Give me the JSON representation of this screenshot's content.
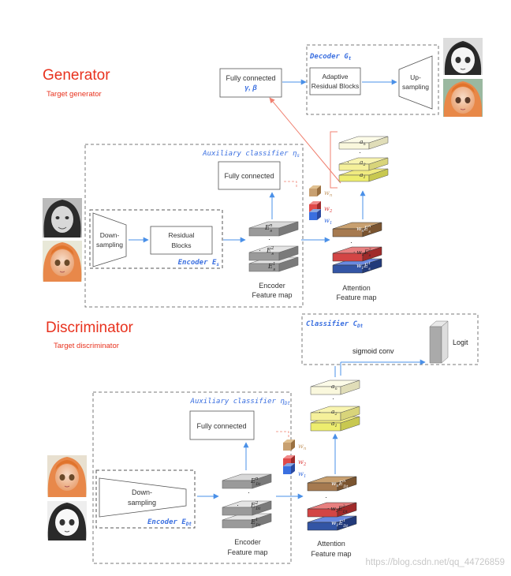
{
  "generator": {
    "heading": "Generator",
    "subheading": "Target generator",
    "fc_box": {
      "line1": "Fully connected",
      "line2": "γ, β"
    },
    "decoder": {
      "title": "Decoder G",
      "title_sub": "t",
      "adaptive_line1": "Adaptive",
      "adaptive_line2": "Residual Blocks",
      "up_line1": "Up-",
      "up_line2": "sampling"
    },
    "aux": {
      "title": "Auxiliary classifier η",
      "title_sub": "s",
      "fc": "Fully connected"
    },
    "encoder": {
      "down_line1": "Down-",
      "down_line2": "sampling",
      "res_line1": "Residual",
      "res_line2": "Blocks",
      "title": "Encoder E",
      "title_sub": "s"
    },
    "feature_map": {
      "line1": "Encoder",
      "line2": "Feature map",
      "top": "E",
      "top_sup": "n",
      "top_sub": "s",
      "mid": "E",
      "mid_sup": "2",
      "mid_sub": "s",
      "bot": "E",
      "bot_sup": "1",
      "bot_sub": "s"
    },
    "weights": {
      "wn": "w",
      "wn_sub": "n",
      "w2": "w",
      "w2_sub": "2",
      "w1": "w",
      "w1_sub": "1"
    },
    "attention": {
      "line1": "Attention",
      "line2": "Feature map",
      "top": "w",
      "top_sub": "n",
      "top_E": "E",
      "top_sup": "n",
      "top_Esub": "s",
      "mid": "w",
      "mid_sub": "2",
      "mid_E": "E",
      "mid_sup": "2",
      "mid_Esub": "s",
      "bot": "w",
      "bot_sub": "1",
      "bot_E": "E",
      "bot_sup": "1",
      "bot_Esub": "s"
    },
    "a_stack": {
      "top": "a",
      "top_sub": "n",
      "mid": "a",
      "mid_sub": "2",
      "bot": "a",
      "bot_sub": "1"
    }
  },
  "discriminator": {
    "heading": "Discriminator",
    "subheading": "Target discriminator",
    "classifier": {
      "title": "Classifier C",
      "title_sub": "Dt",
      "conv": "sigmoid conv",
      "logit": "Logit"
    },
    "aux": {
      "title": "Auxiliary classifier η",
      "title_sub": "Dt",
      "fc": "Fully connected"
    },
    "encoder": {
      "down_line1": "Down-",
      "down_line2": "sampling",
      "title": "Encoder E",
      "title_sub": "Dt"
    },
    "feature_map": {
      "line1": "Encoder",
      "line2": "Feature map",
      "top": "E",
      "top_sup": "n",
      "top_sub": "Dt",
      "mid": "E",
      "mid_sup": "2",
      "mid_sub": "Dt",
      "bot": "E",
      "bot_sup": "1",
      "bot_sub": "Dt"
    },
    "weights": {
      "wn": "w",
      "wn_sub": "n",
      "w2": "w",
      "w2_sub": "2",
      "w1": "w",
      "w1_sub": "1"
    },
    "attention": {
      "line1": "Attention",
      "line2": "Feature map",
      "top": "w",
      "top_sub": "n",
      "top_E": "E",
      "top_sup": "n",
      "top_Esub": "Dt",
      "mid": "w",
      "mid_sub": "2",
      "mid_E": "E",
      "mid_sup": "2",
      "mid_Esub": "Dt",
      "bot": "w",
      "bot_sub": "1",
      "bot_E": "E",
      "bot_sup": "1",
      "bot_Esub": "Dt"
    },
    "a_stack": {
      "top": "a",
      "top_sub": "n",
      "mid": "a",
      "mid_sub": "2",
      "bot": "a",
      "bot_sub": "1"
    }
  },
  "dot": "·",
  "watermark": "https://blog.csdn.net/qq_44726859",
  "colors": {
    "heading_red": "#e8321e",
    "title_blue": "#3a6fe0",
    "arrow_blue": "#4a90e8",
    "arrow_red": "#f08070",
    "dash_gray": "#7a7a7a",
    "fm_gray": "#a8a8a8",
    "brown": "#a67a50",
    "red_layer": "#d34545",
    "blue_layer": "#3355a5",
    "yellow_top": "#faf8dd",
    "yellow_mid": "#f5f09a",
    "yellow_bot": "#eded6e",
    "wn_color": "#c8a070",
    "w2_color": "#e04a4a",
    "w1_color": "#3a6fe0"
  }
}
